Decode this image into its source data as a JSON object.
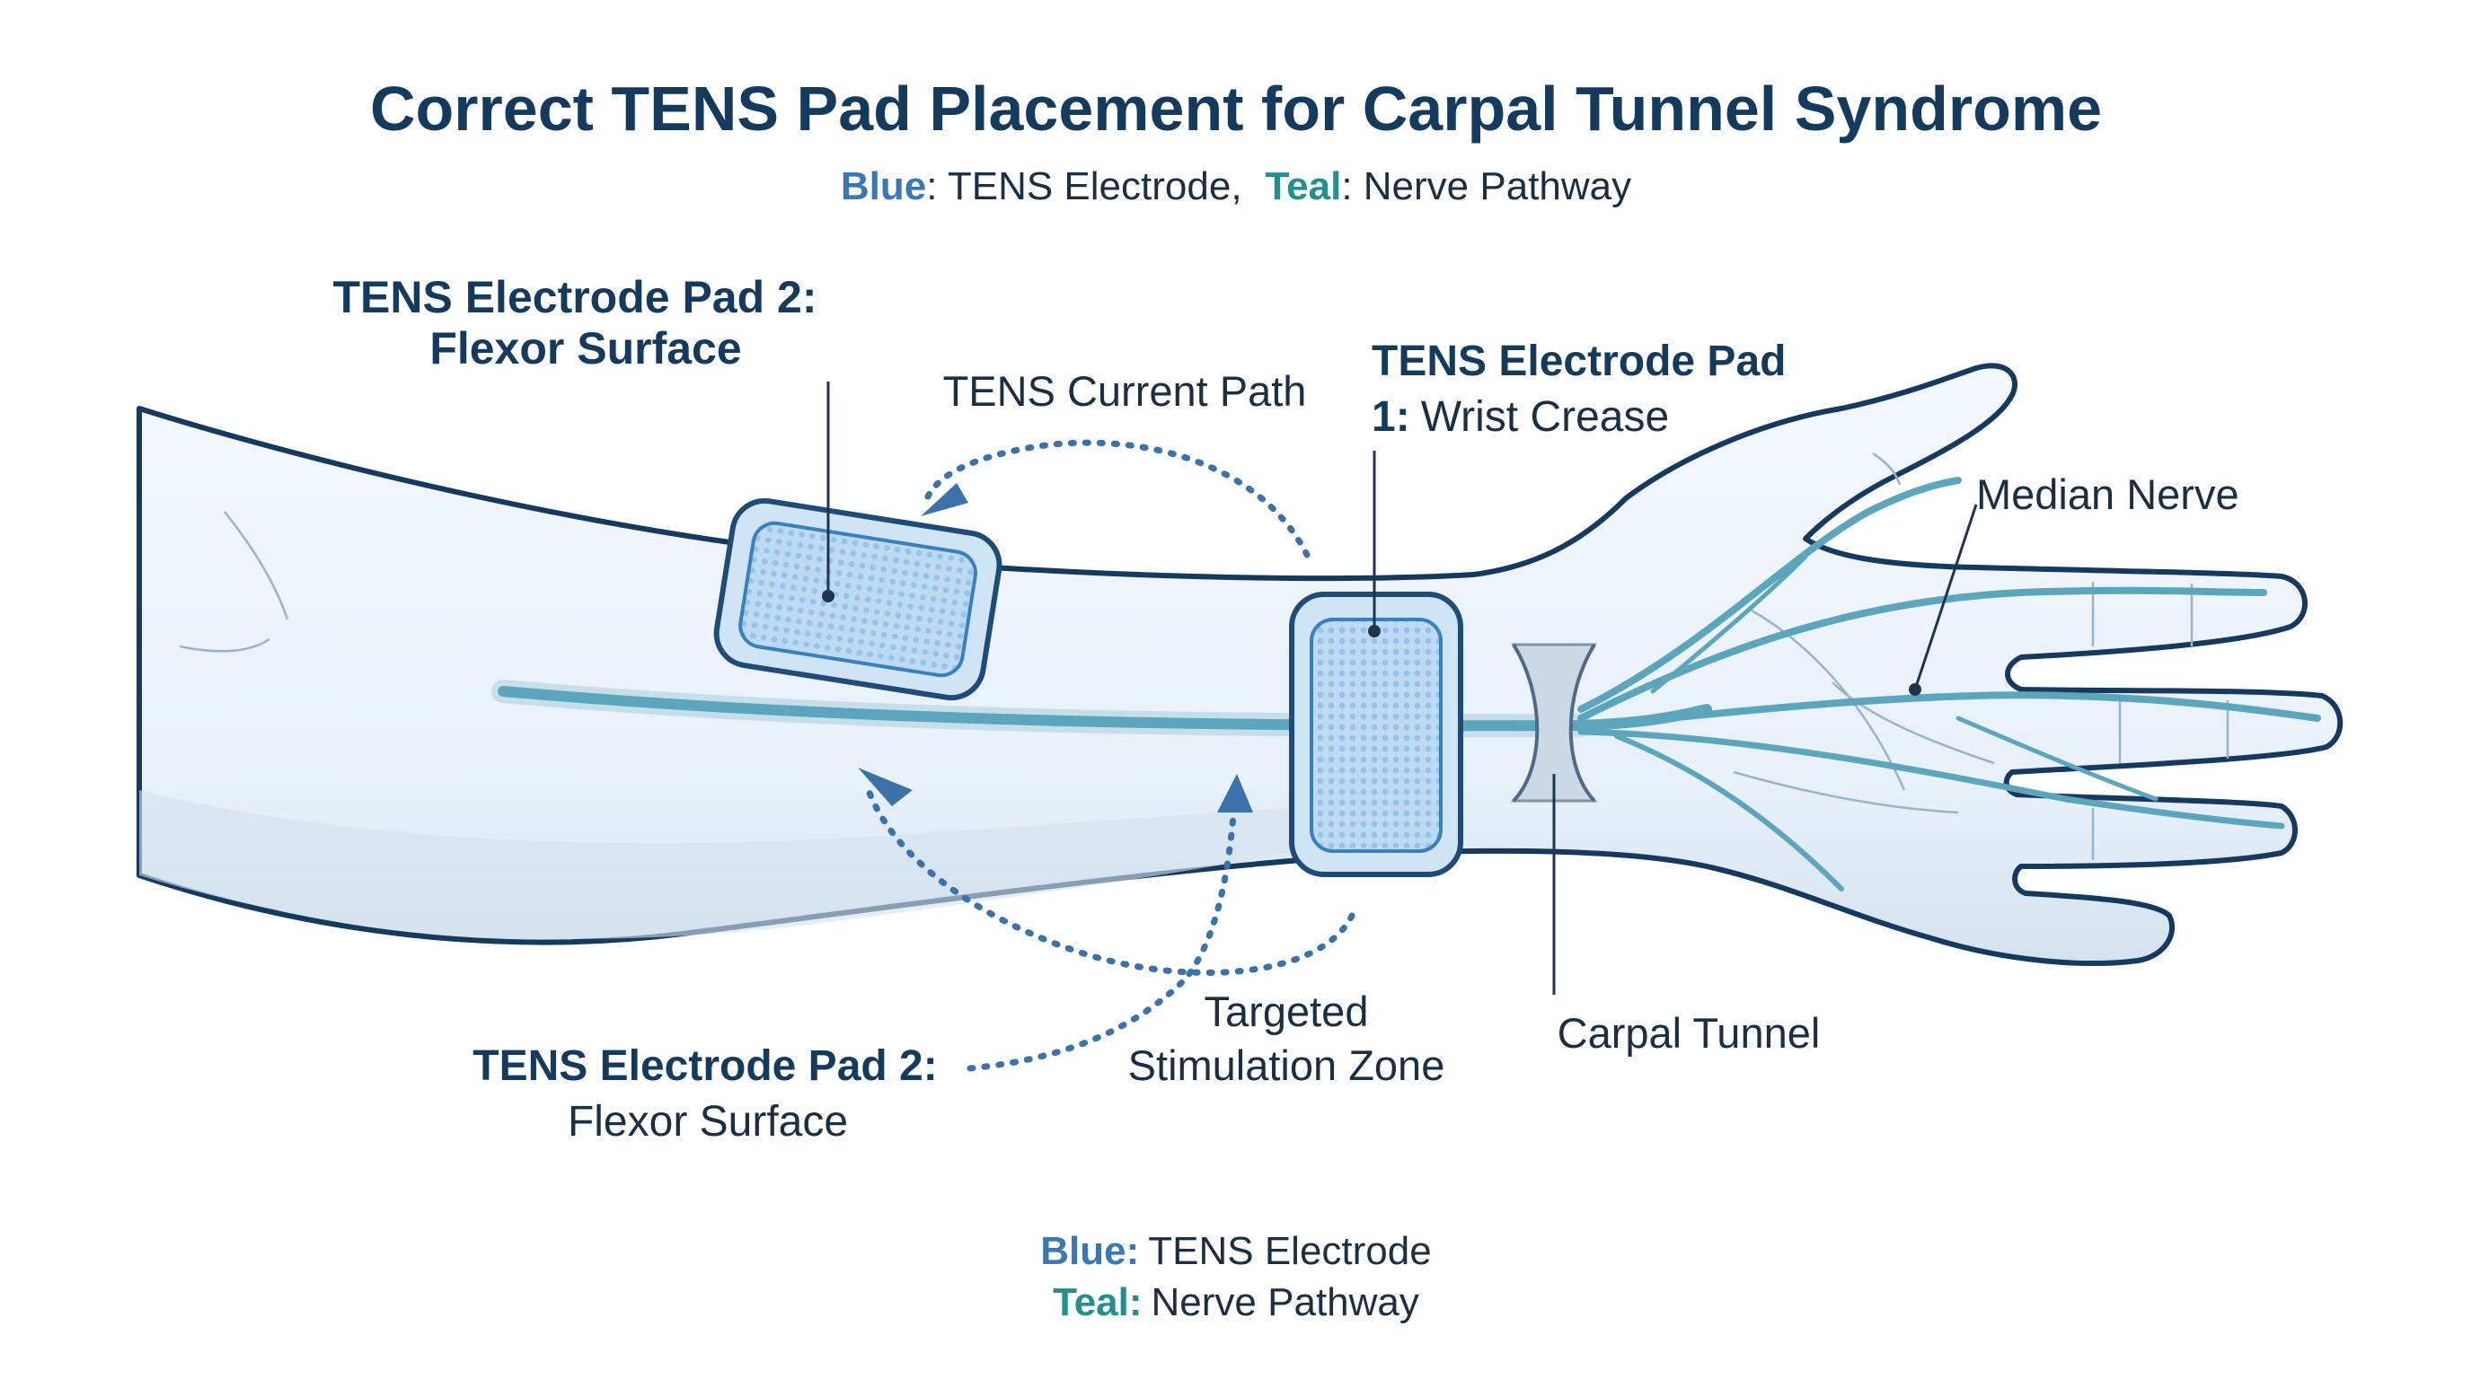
{
  "header": {
    "title": "Correct TENS Pad Placement for Carpal Tunnel Syndrome",
    "legend_blue_word": "Blue",
    "legend_blue_rest": ": TENS Electrode,",
    "legend_teal_word": "Teal",
    "legend_teal_rest": ": Nerve Pathway"
  },
  "labels": {
    "pad2_top_line1": "TENS Electrode Pad 2:",
    "pad2_top_line2": "Flexor Surface",
    "current_path": "TENS Current Path",
    "pad1_line1": "TENS Electrode Pad",
    "pad1_num": "1:",
    "pad1_rest": "Wrist Crease",
    "median_nerve": "Median Nerve",
    "targeted_line1": "Targeted",
    "targeted_line2": "Stimulation Zone",
    "carpal_tunnel": "Carpal Tunnel",
    "pad2_bottom_line1": "TENS Electrode Pad 2:",
    "pad2_bottom_line2": "Flexor Surface"
  },
  "footer": {
    "blue_word": "Blue:",
    "blue_rest": "TENS Electrode",
    "teal_word": "Teal:",
    "teal_rest": "Nerve Pathway"
  },
  "colors": {
    "title": "#143b5e",
    "electrode_blue": "#3a78b5",
    "nerve_teal": "#23908f",
    "outline": "#163a5f"
  }
}
